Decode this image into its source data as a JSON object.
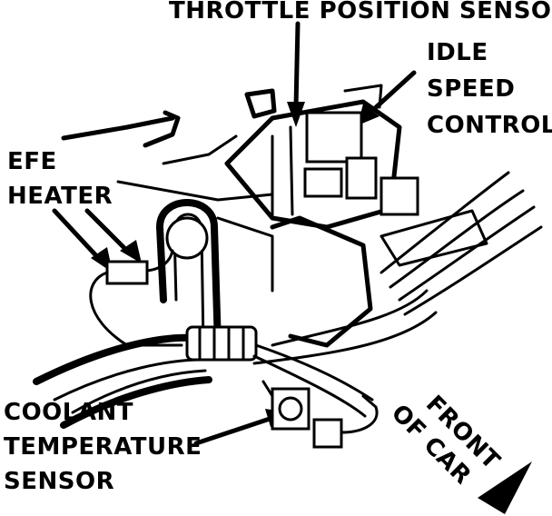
{
  "labels": {
    "throttle_position_sensor": "THROTTLE POSITION SENSOR",
    "idle_speed_control": [
      "IDLE",
      "SPEED",
      "CONTROL"
    ],
    "efe_heater": [
      "EFE",
      "HEATER"
    ],
    "coolant_temperature_sensor": [
      "COOLANT",
      "TEMPERATURE",
      "SENSOR"
    ],
    "front_of_car": [
      "FRONT",
      "OF CAR"
    ]
  },
  "colors": {
    "ink": "#000000",
    "paper": "#ffffff"
  }
}
